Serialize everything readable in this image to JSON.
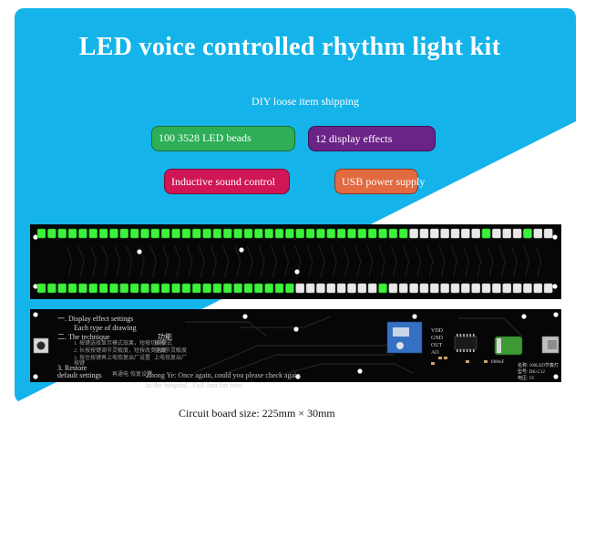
{
  "banner": {
    "title": "LED voice controlled rhythm light kit",
    "subtitle": "DIY loose item shipping",
    "colors": {
      "cyan": "#14b4ea",
      "white": "#ffffff"
    }
  },
  "features": [
    {
      "label": "100 3528 LED beads",
      "color": "#2eae57"
    },
    {
      "label": "12 display effects",
      "color": "#6a2487"
    },
    {
      "label": "Inductive sound control",
      "color": "#d01656"
    },
    {
      "label": "USB power supply",
      "color": "#e16a40"
    }
  ],
  "led_board": {
    "lit_color": "#3cf23a",
    "off_color": "#e8e8e8"
  },
  "back_board": {
    "instructions": {
      "heading": "一. Display effect settings",
      "line1": "Each type of drawing",
      "heading2": "二. The technique",
      "tag2": "功能",
      "restore1": "3. Restore",
      "restore2": "default settings"
    },
    "silk": {
      "cn1": "1. 按键选择显示模式效果，短按切换模式",
      "cn2": "2. 长按按键调节灵敏度，短按改变速度",
      "cn3": "3. 按住按键再上电恢复出厂设置",
      "cn4": "按键",
      "cn5": "长按",
      "cn6": "可调节灵敏度",
      "cn7": "上电恢复出厂",
      "cn8": "再通电",
      "cn9": "恢复设置",
      "pins": [
        "VDD",
        "GND",
        "OUT",
        "AO"
      ],
      "cap": "1000uF",
      "model1": "名称: 100LED节奏灯",
      "model2": "型号: DK-C12",
      "model3": "电压: 5V"
    },
    "overlay1": "Zhong Ye: Once again, could you please check again",
    "overlay2": "in the hospital , Full Just for now."
  },
  "caption": "Circuit board size: 225mm × 30mm"
}
